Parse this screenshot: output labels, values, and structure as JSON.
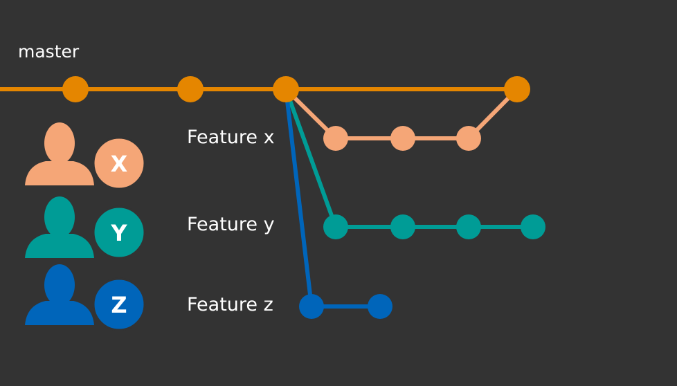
{
  "master": {
    "label": "master",
    "color": "#E58600"
  },
  "features": [
    {
      "id": "x",
      "label": "Feature x",
      "badge": "X",
      "color": "#F5A677",
      "commits": 3
    },
    {
      "id": "y",
      "label": "Feature y",
      "badge": "Y",
      "color": "#009C96",
      "commits": 4
    },
    {
      "id": "z",
      "label": "Feature z",
      "badge": "Z",
      "color": "#0065BA",
      "commits": 2
    }
  ],
  "icons": {
    "developer": "person-silhouette-icon",
    "badge": "letter-circle-icon",
    "commit": "commit-node"
  },
  "background": "#333333",
  "text_color": "#FFFFFF"
}
